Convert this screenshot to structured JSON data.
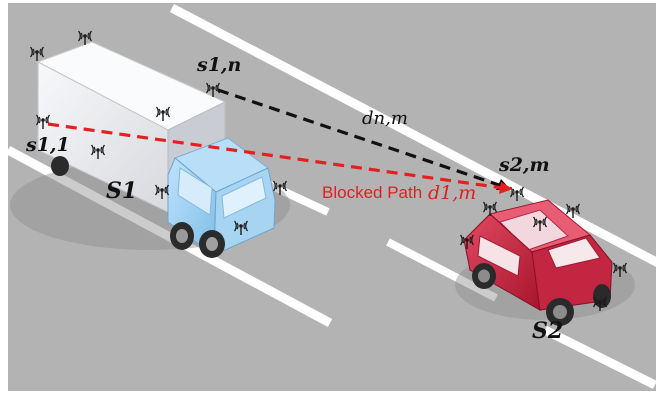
{
  "colors": {
    "road": "#b3b3b3",
    "lane_line": "#ffffff",
    "blocked_path": "#e62020",
    "clear_path": "#111111",
    "truck_box": "#eceef2",
    "truck_cab": "#9fd0f0",
    "car_body": "#c81f3a"
  },
  "labels": {
    "s1n": "s1,n",
    "dnm": "dn,m",
    "s11": "s1,1",
    "S1": "S1",
    "s2m": "s2,m",
    "blocked_path": "Blocked Path",
    "d1m": "d1,m",
    "S2": "S2"
  },
  "icons": {
    "antenna": "antenna-icon",
    "truck": "truck-icon",
    "car": "car-icon"
  }
}
